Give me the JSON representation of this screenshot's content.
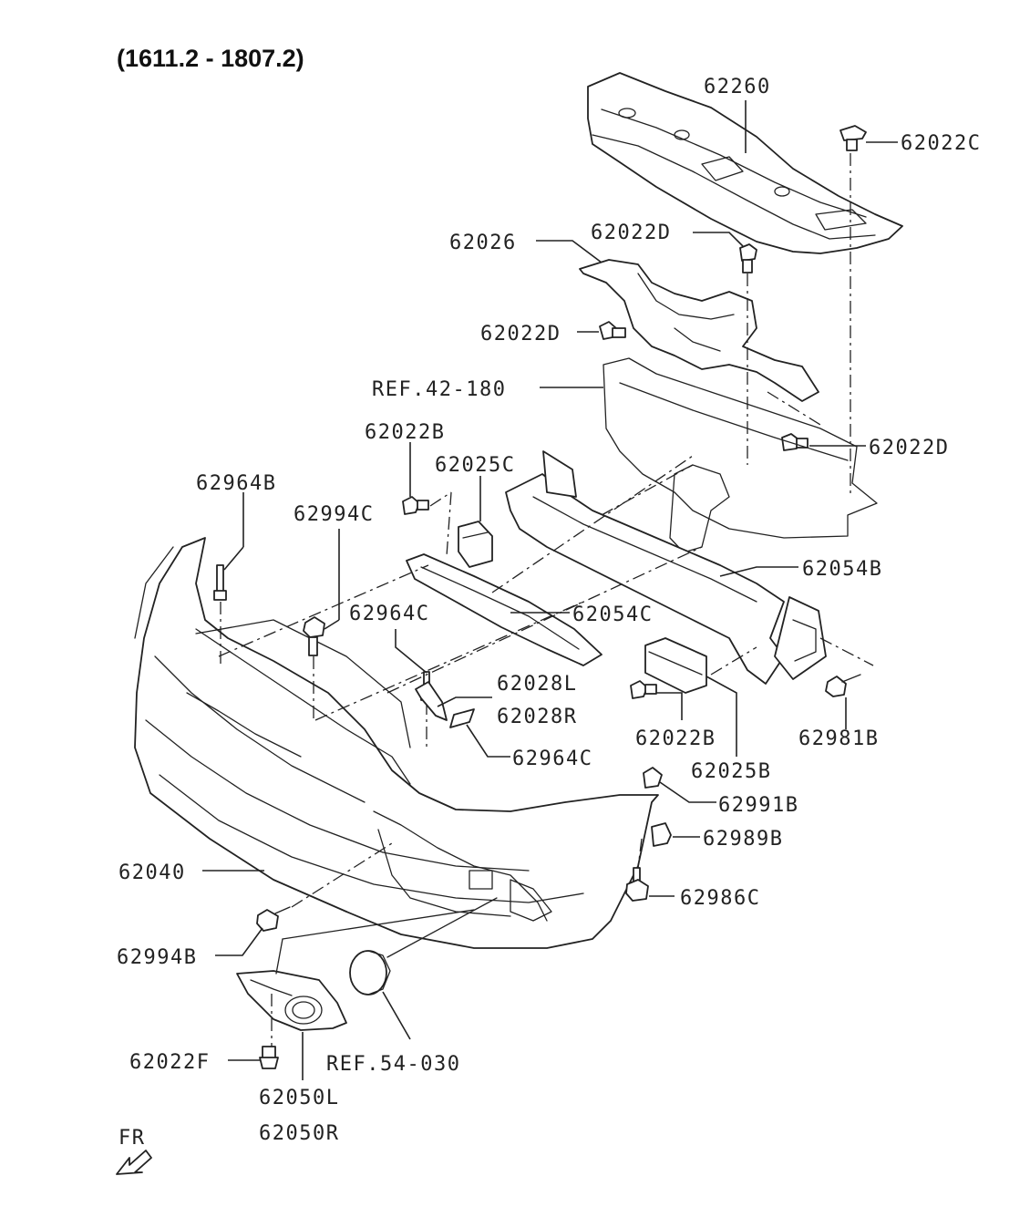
{
  "title": "(1611.2 - 1807.2)",
  "direction_label": "FR",
  "labels": {
    "p62260": "62260",
    "p62022C": "62022C",
    "p62026": "62026",
    "p62022D_a": "62022D",
    "p62022D_b": "62022D",
    "p62022D_c": "62022D",
    "ref42180": "REF.42-180",
    "p62022B_a": "62022B",
    "p62025C": "62025C",
    "p62964B": "62964B",
    "p62994C": "62994C",
    "p62054B": "62054B",
    "p62964C_a": "62964C",
    "p62054C": "62054C",
    "p62028L": "62028L",
    "p62028R": "62028R",
    "p62964C_b": "62964C",
    "p62022B_b": "62022B",
    "p62025B": "62025B",
    "p62981B": "62981B",
    "p62991B": "62991B",
    "p62989B": "62989B",
    "p62040": "62040",
    "p62986C": "62986C",
    "p62994B": "62994B",
    "p62022F": "62022F",
    "ref54030": "REF.54-030",
    "p62050L": "62050L",
    "p62050R": "62050R"
  }
}
